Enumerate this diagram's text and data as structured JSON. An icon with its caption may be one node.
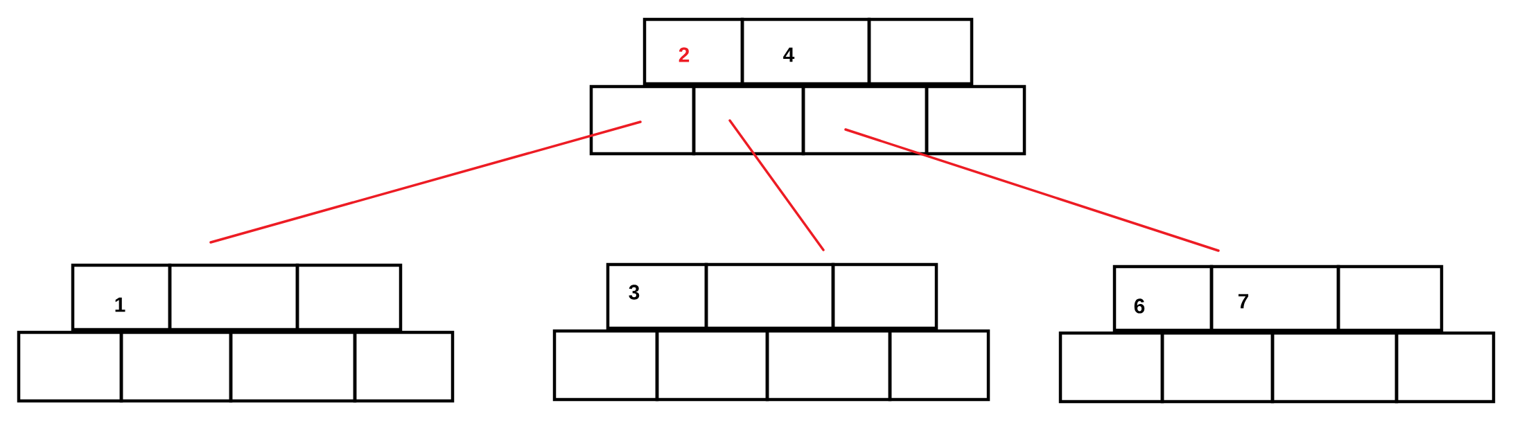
{
  "diagram": {
    "nodes": [
      {
        "text": [
          "2"
        ]
      },
      {
        "text": [
          "4"
        ]
      },
      {
        "text": [],
        "shape": "box"
      },
      {
        "text": [],
        "shape": "box"
      },
      {
        "text": [],
        "shape": "box"
      },
      {
        "text": [],
        "shape": "box"
      },
      {
        "text": [],
        "shape": "box"
      },
      {
        "text": [
          "1"
        ]
      },
      {
        "text": [],
        "shape": "box"
      },
      {
        "text": [],
        "shape": "box"
      },
      {
        "text": [],
        "shape": "box"
      },
      {
        "text": [],
        "shape": "box"
      },
      {
        "text": [],
        "shape": "box"
      },
      {
        "text": [],
        "shape": "box"
      },
      {
        "text": [
          "3"
        ]
      },
      {
        "text": [],
        "shape": "box"
      },
      {
        "text": [],
        "shape": "box"
      },
      {
        "text": [],
        "shape": "box"
      },
      {
        "text": [],
        "shape": "box"
      },
      {
        "text": [],
        "shape": "box"
      },
      {
        "text": [],
        "shape": "box"
      },
      {
        "text": [
          "6"
        ]
      },
      {
        "text": [
          "7"
        ]
      },
      {
        "text": [],
        "shape": "box"
      },
      {
        "text": [],
        "shape": "box"
      },
      {
        "text": [],
        "shape": "box"
      },
      {
        "text": [],
        "shape": "box"
      },
      {
        "text": [],
        "shape": "box"
      }
    ],
    "edges": [
      {
        "from": 3,
        "to": 8,
        "arrow": "none"
      },
      {
        "from": 4,
        "to": 15,
        "arrow": "none"
      },
      {
        "from": 5,
        "to": 22,
        "arrow": "none"
      }
    ]
  }
}
